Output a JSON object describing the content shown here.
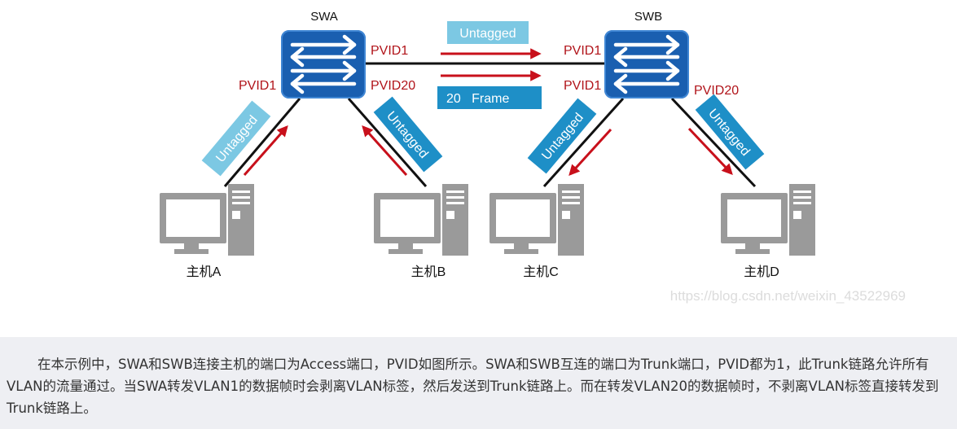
{
  "switches": {
    "a": "SWA",
    "b": "SWB"
  },
  "ports": {
    "swa_pc": "PVID1",
    "swa_trunk": "PVID1",
    "swa_host": "PVID20",
    "swb_trunk": "PVID1",
    "swb_pc": "PVID1",
    "swb_host": "PVID20"
  },
  "tags": {
    "trunk_untagged": "Untagged",
    "frame": "20   Frame",
    "host_a": "Untagged",
    "host_b": "Untagged",
    "host_c": "Untagged",
    "host_d": "Untagged"
  },
  "hosts": [
    "主机A",
    "主机B",
    "主机C",
    "主机D"
  ],
  "watermark": "https://blog.csdn.net/weixin_43522969",
  "caption": "在本示例中，SWA和SWB连接主机的端口为Access端口，PVID如图所示。SWA和SWB互连的端口为Trunk端口，PVID都为1，此Trunk链路允许所有VLAN的流量通过。当SWA转发VLAN1的数据帧时会剥离VLAN标签，然后发送到Trunk链路上。而在转发VLAN20的数据帧时，不剥离VLAN标签直接转发到Trunk链路上。",
  "colors": {
    "switch_blue": "#1a5fb0",
    "tag_light": "#7cc8e3",
    "tag_dark": "#1e8fc7",
    "arrow_red": "#c8101b",
    "port_label_red": "#b1141a",
    "pc_gray": "#9a9a9a"
  }
}
